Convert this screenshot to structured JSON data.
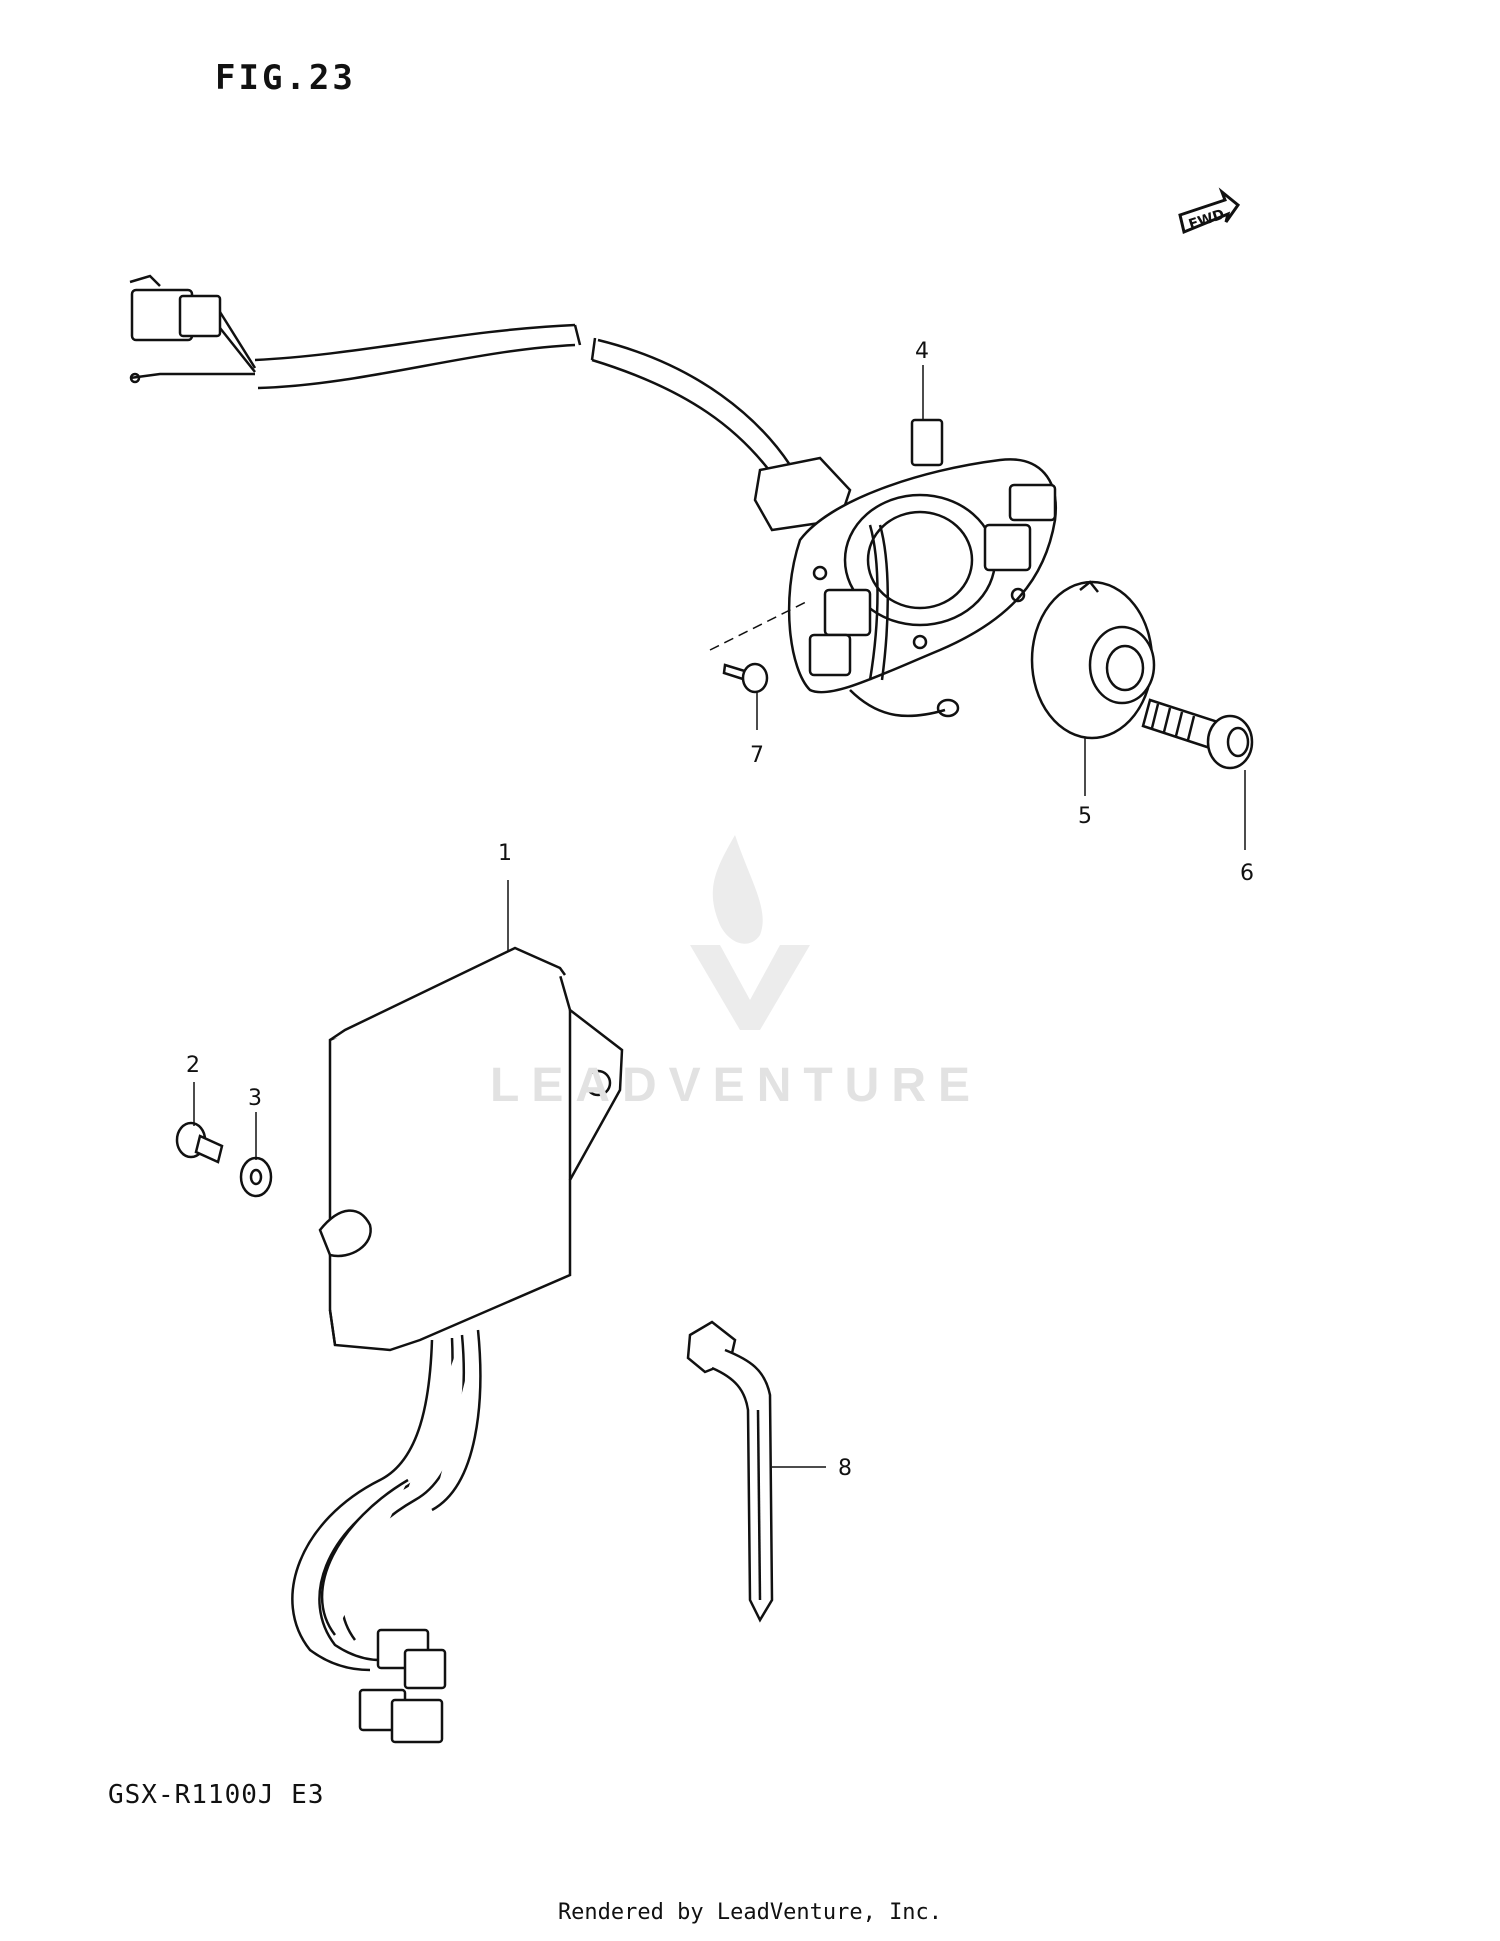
{
  "figure": {
    "title": "FIG.23"
  },
  "model_code": "GSX-R1100J E3",
  "footer": "Rendered by LeadVenture, Inc.",
  "watermark": {
    "text": "LEADVENTURE"
  },
  "fwd_marker": "FWD",
  "callouts": [
    "1",
    "2",
    "3",
    "4",
    "5",
    "6",
    "7",
    "8"
  ]
}
